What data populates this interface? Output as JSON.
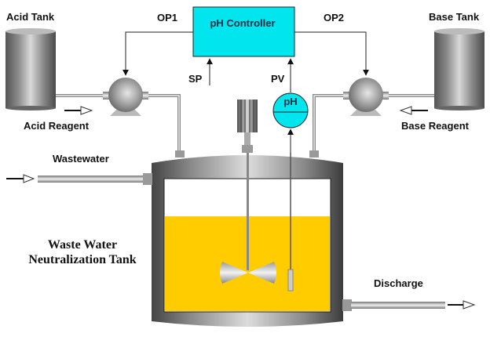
{
  "diagram": {
    "title": "Waste Water Neutralization Tank",
    "labels": {
      "acid_tank": "Acid Tank",
      "base_tank": "Base Tank",
      "op1": "OP1",
      "op2": "OP2",
      "controller": "pH Controller",
      "sp": "SP",
      "pv": "PV",
      "ph_sensor": "pH",
      "acid_reagent": "Acid Reagent",
      "base_reagent": "Base Reagent",
      "wastewater": "Wastewater",
      "tank_line1": "Waste Water",
      "tank_line2": "Neutralization Tank",
      "discharge": "Discharge"
    },
    "colors": {
      "controller_fill": "#00e5ee",
      "liquid_fill": "#ffcc00",
      "line": "#333333"
    },
    "liquid_level_fraction": 0.72
  }
}
